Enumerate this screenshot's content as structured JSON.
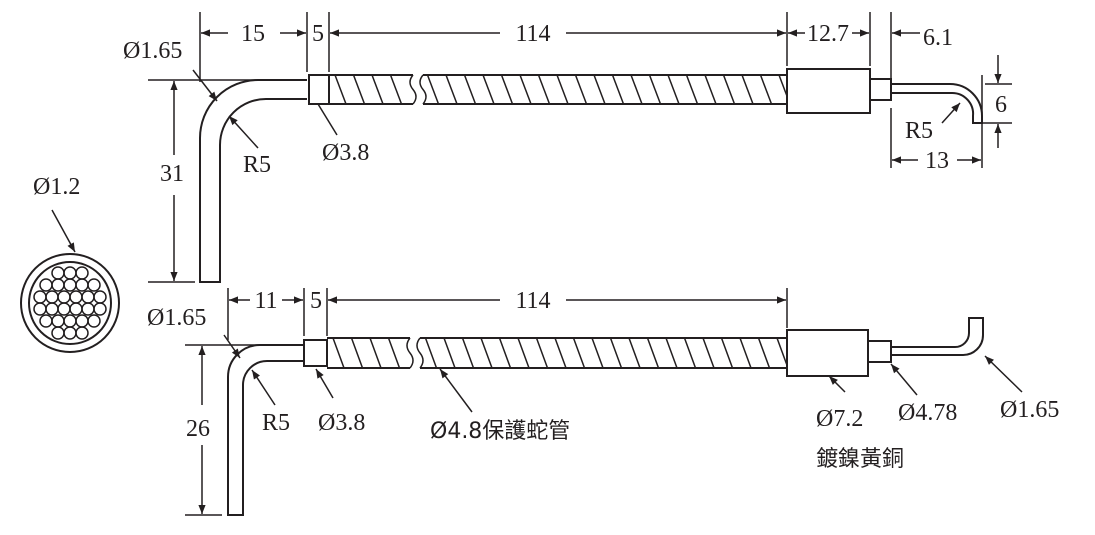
{
  "top_view": {
    "dim_bend_length": "15",
    "dim_sleeve": "5",
    "dim_hose": "114",
    "dim_ferrule": "12.7",
    "dim_nut": "6.1",
    "dim_height": "31",
    "probe_diameter": "Ø1.65",
    "bend_radius": "R5",
    "sleeve_diameter": "Ø3.8",
    "tip_radius": "R5",
    "tip_drop": "6",
    "tip_length": "13"
  },
  "cross_section": {
    "strand_diameter": "Ø1.2"
  },
  "bottom_view": {
    "dim_bend_length": "11",
    "dim_sleeve": "5",
    "dim_hose": "114",
    "dim_height": "26",
    "probe_diameter": "Ø1.65",
    "bend_radius": "R5",
    "sleeve_diameter": "Ø3.8",
    "hose_label": "Ø4.8保護蛇管",
    "ferrule_diameter": "Ø7.2",
    "ferrule_material": "鍍鎳黃銅",
    "nut_diameter": "Ø4.78",
    "tip_diameter": "Ø1.65"
  }
}
